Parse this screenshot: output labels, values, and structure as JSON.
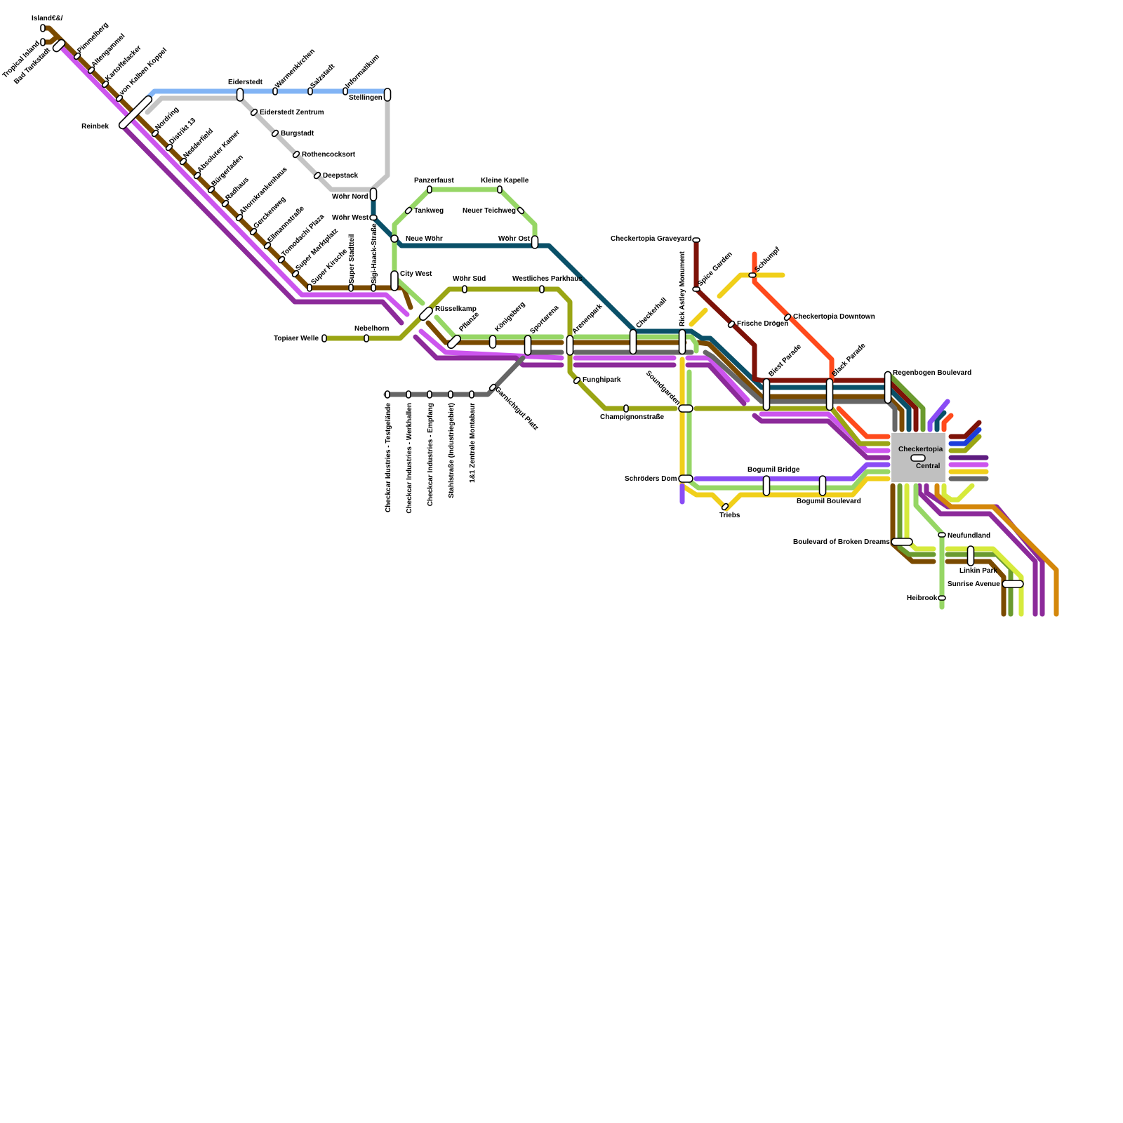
{
  "colors": {
    "brown": "#7a4a00",
    "violet": "#cc55ee",
    "purple": "#8c2a9a",
    "sky": "#82b4f5",
    "silver": "#c4c4c4",
    "teal": "#0a5068",
    "lime": "#96d665",
    "olive": "#9aa514",
    "grey": "#666666",
    "maroon": "#7d1208",
    "orangered": "#ff4a1c",
    "gold": "#f0cf1a",
    "indigo": "#8a4cf5",
    "moss": "#6a9a2e",
    "amber": "#d4870a",
    "yellowgreen": "#d6ea3c",
    "blue": "#1c3cdc",
    "plum": "#5e1c80"
  },
  "hub": {
    "title": "Checkertopia",
    "subtitle": "Central"
  },
  "stations": [
    {
      "name": "Island€&/"
    },
    {
      "name": "Tropical Island"
    },
    {
      "name": "Bad Tankstadt"
    },
    {
      "name": "Pimmelberg"
    },
    {
      "name": "Altengammel"
    },
    {
      "name": "Kartoffelacker"
    },
    {
      "name": "von Kalben Koppel"
    },
    {
      "name": "Reinbek"
    },
    {
      "name": "Nordring"
    },
    {
      "name": "Distrikt 13"
    },
    {
      "name": "Nedderfield"
    },
    {
      "name": "Absoluter Kamer"
    },
    {
      "name": "Bürgerladen"
    },
    {
      "name": "Radhaus"
    },
    {
      "name": "Ahornkrankenhaus"
    },
    {
      "name": "Gerckenweg"
    },
    {
      "name": "Ellmannstraße"
    },
    {
      "name": "Tomodachi Plaza"
    },
    {
      "name": "Super Marktplatz"
    },
    {
      "name": "Super Kirsche"
    },
    {
      "name": "Super Stadtteil"
    },
    {
      "name": "Sigi-Haack-Straße"
    },
    {
      "name": "Eiderstedt"
    },
    {
      "name": "Warmenkirchen"
    },
    {
      "name": "Salzstadt"
    },
    {
      "name": "Informatikum"
    },
    {
      "name": "Stellingen"
    },
    {
      "name": "Eiderstedt Zentrum"
    },
    {
      "name": "Burgstadt"
    },
    {
      "name": "Rothencocksort"
    },
    {
      "name": "Deepstack"
    },
    {
      "name": "Wöhr Nord"
    },
    {
      "name": "Wöhr West"
    },
    {
      "name": "Neue Wöhr"
    },
    {
      "name": "Panzerfaust"
    },
    {
      "name": "Kleine Kapelle"
    },
    {
      "name": "Tankweg"
    },
    {
      "name": "Neuer Teichweg"
    },
    {
      "name": "Wöhr Ost"
    },
    {
      "name": "City West"
    },
    {
      "name": "Wöhr Süd"
    },
    {
      "name": "Westliches Parkhaus"
    },
    {
      "name": "Rüsselkamp"
    },
    {
      "name": "Pflanze"
    },
    {
      "name": "Königsberg"
    },
    {
      "name": "Sportarena"
    },
    {
      "name": "Arenenpark"
    },
    {
      "name": "Topiaer Welle"
    },
    {
      "name": "Nebelhorn"
    },
    {
      "name": "Funghipark"
    },
    {
      "name": "Champignonstraße"
    },
    {
      "name": "Checkcar Idustries - Testgelände"
    },
    {
      "name": "Checkcar Industries - Werkhallen"
    },
    {
      "name": "Checkcar Industries - Empfang"
    },
    {
      "name": "Stahlstraße (Industriegebiet)"
    },
    {
      "name": "1&1 Zentrale Montabaur"
    },
    {
      "name": "Garnichtgut Platz"
    },
    {
      "name": "Checkerhall"
    },
    {
      "name": "Rick Astley Monument"
    },
    {
      "name": "Checkertopia Graveyard"
    },
    {
      "name": "Spice Garden"
    },
    {
      "name": "Schlumpf"
    },
    {
      "name": "Frische Drögen"
    },
    {
      "name": "Checkertopia Downtown"
    },
    {
      "name": "Biest Parade"
    },
    {
      "name": "Black Parade"
    },
    {
      "name": "Regenbogen Boulevard"
    },
    {
      "name": "Soundgarden"
    },
    {
      "name": "Schröders Dom"
    },
    {
      "name": "Bogumil Bridge"
    },
    {
      "name": "Bogumil Boulevard"
    },
    {
      "name": "Triebs"
    },
    {
      "name": "Neufundland"
    },
    {
      "name": "Boulevard of Broken Dreams"
    },
    {
      "name": "Linkin Park"
    },
    {
      "name": "Sunrise Avenue"
    },
    {
      "name": "Heibrook"
    }
  ]
}
